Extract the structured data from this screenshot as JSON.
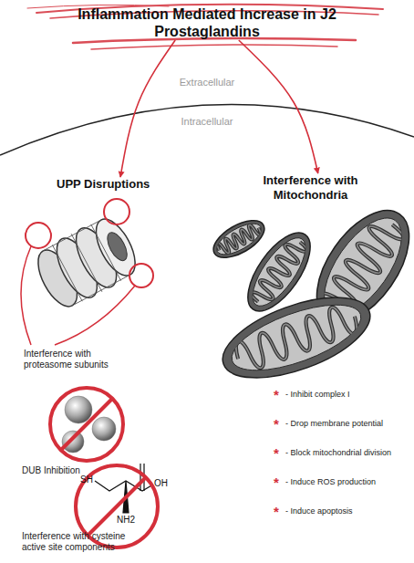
{
  "diagram": {
    "nodes": [
      {
        "text": [
          "Inflammation Mediated Increase in J2 Prostaglandins"
        ]
      },
      {
        "text": [
          "UPP Disruptions"
        ]
      },
      {
        "text": [
          "Interference with Mitochondria"
        ]
      }
    ],
    "edges": [
      {
        "from": 0,
        "to": 1,
        "arrow": "to"
      },
      {
        "from": 0,
        "to": 2,
        "arrow": "to"
      }
    ],
    "labels": [
      "Extracellular",
      "Intracellular",
      "Interference with proteasome subunits",
      "DUB Inhibition",
      "SH",
      "OH",
      "NH2",
      "Interference with cysteine active site components",
      "*",
      "- Inhibit complex I",
      "*",
      "- Drop membrane potential",
      "*",
      "- Block mitochondrial division",
      "*",
      "- Induce ROS production",
      "*",
      "- Induce apoptosis"
    ]
  }
}
